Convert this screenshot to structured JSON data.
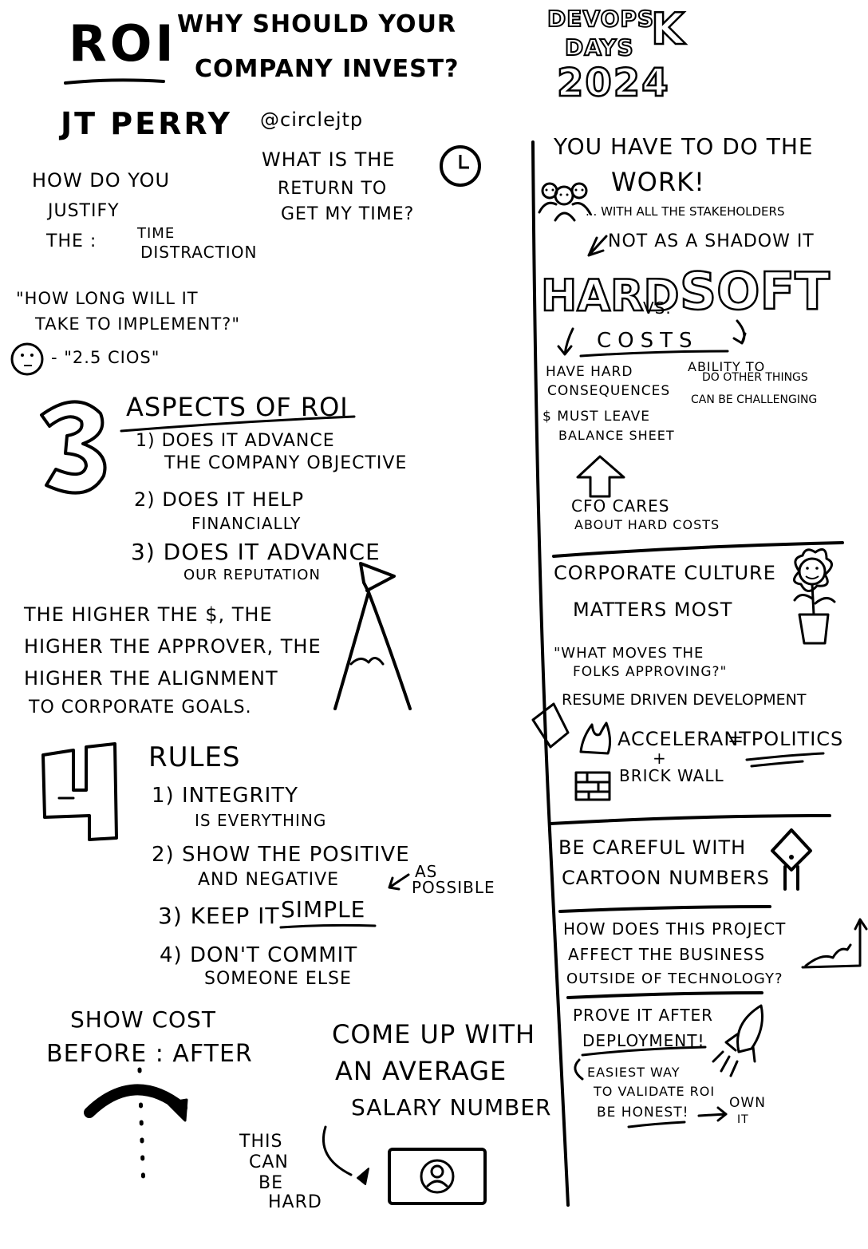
{
  "header": {
    "roi": "ROI",
    "title_line1": "WHY SHOULD YOUR",
    "title_line2": "COMPANY INVEST?",
    "speaker": "JT PERRY",
    "handle": "@circlejtp",
    "logo_line1": "DEVOPS",
    "logo_line2": "DAYS",
    "logo_year": "2024",
    "logo_letter": "K"
  },
  "left": {
    "justify_q": [
      "HOW DO YOU",
      "JUSTIFY",
      "THE :"
    ],
    "justify_items": [
      "TIME",
      "DISTRACTION"
    ],
    "return_q": [
      "WHAT IS THE",
      "RETURN TO",
      "GET MY TIME?"
    ],
    "implement_q": [
      "\"HOW LONG WILL IT",
      "TAKE TO IMPLEMENT?\""
    ],
    "cio_quote": "- \"2.5 CIOS\"",
    "aspects_num": "3",
    "aspects_title": "ASPECTS OF ROI",
    "aspects": [
      [
        "1) DOES IT ADVANCE",
        "THE COMPANY OBJECTIVE"
      ],
      [
        "2) DOES IT HELP",
        "FINANCIALLY"
      ],
      [
        "3) DOES IT ADVANCE",
        "OUR REPUTATION"
      ]
    ],
    "higher": [
      "THE HIGHER THE $, THE",
      "HIGHER THE APPROVER, THE",
      "HIGHER THE ALIGNMENT",
      "TO CORPORATE GOALS."
    ],
    "rules_num": "4",
    "rules_title": "RULES",
    "rules": [
      [
        "1) INTEGRITY",
        "IS EVERYTHING"
      ],
      [
        "2) SHOW THE POSITIVE",
        "AND NEGATIVE"
      ],
      [
        "3) KEEP IT",
        "SIMPLE"
      ],
      [
        "4) DON'T COMMIT",
        "SOMEONE ELSE"
      ]
    ],
    "as_possible": [
      "AS",
      "POSSIBLE"
    ],
    "show_cost": [
      "SHOW COST",
      "BEFORE : AFTER"
    ],
    "average": [
      "COME UP WITH",
      "AN AVERAGE",
      "SALARY NUMBER"
    ],
    "hard_note": [
      "THIS",
      "CAN",
      "BE",
      "HARD"
    ]
  },
  "right": {
    "work": [
      "YOU HAVE TO DO THE",
      "WORK!"
    ],
    "stakeholders": "... WITH ALL THE STAKEHOLDERS",
    "shadow": "NOT AS A SHADOW IT",
    "hard": "HARD",
    "vs": "VS.",
    "soft": "SOFT",
    "costs": "COSTS",
    "hard_items": [
      [
        "HAVE HARD",
        "CONSEQUENCES"
      ],
      [
        "$ MUST LEAVE",
        "BALANCE SHEET"
      ]
    ],
    "soft_items": [
      [
        "ABILITY TO",
        "DO OTHER THINGS"
      ],
      [
        "CAN BE CHALLENGING"
      ]
    ],
    "cfo": [
      "CFO CARES",
      "ABOUT HARD COSTS"
    ],
    "culture": [
      "CORPORATE CULTURE",
      "MATTERS MOST"
    ],
    "moves": [
      "\"WHAT MOVES THE",
      "FOLKS APPROVING?\""
    ],
    "resume": "RESUME DRIVEN DEVELOPMENT",
    "accelerant": "ACCELERANT",
    "plus": "+",
    "brick": "BRICK WALL",
    "politics": "= POLITICS",
    "careful": [
      "BE CAREFUL WITH",
      "CARTOON NUMBERS"
    ],
    "affect": [
      "HOW DOES THIS PROJECT",
      "AFFECT THE BUSINESS",
      "OUTSIDE OF TECHNOLOGY?"
    ],
    "prove": [
      "PROVE IT AFTER",
      "DEPLOYMENT!"
    ],
    "validate": [
      "EASIEST WAY",
      "TO VALIDATE ROI",
      "BE HONEST!"
    ],
    "own": [
      "OWN",
      "IT"
    ]
  }
}
